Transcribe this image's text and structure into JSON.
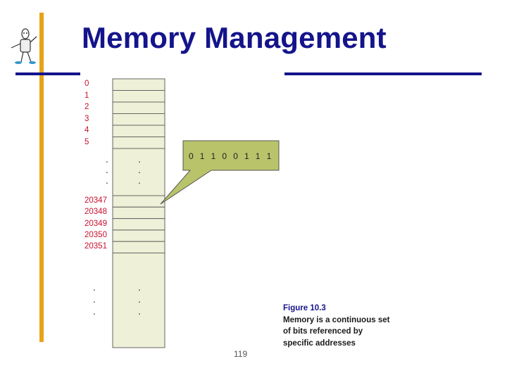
{
  "slide": {
    "title": "Memory Management",
    "page_number": "119"
  },
  "memory": {
    "top_addresses": [
      "0",
      "1",
      "2",
      "3",
      "4",
      "5"
    ],
    "middle_addresses": [
      "20347",
      "20348",
      "20349",
      "20350",
      "20351"
    ],
    "ellipsis": ".",
    "bits": [
      "0",
      "1",
      "1",
      "0",
      "0",
      "1",
      "1",
      "1"
    ]
  },
  "caption": {
    "figure": "Figure 10.3",
    "lines": [
      "Memory is a continuous set",
      "of bits referenced by",
      "specific addresses"
    ]
  },
  "colors": {
    "title": "#14148c",
    "accent_bar": "#e8a317",
    "cell_fill": "#eef0d7",
    "callout_fill": "#b9c36a",
    "address_text": "#c8102e"
  }
}
